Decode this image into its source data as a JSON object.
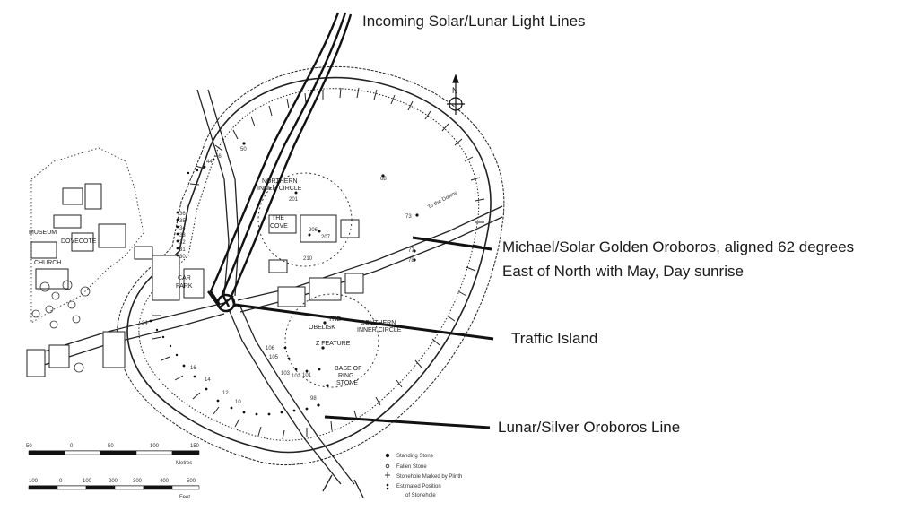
{
  "callouts": {
    "light_lines": "Incoming Solar/Lunar Light Lines",
    "michael_line1": "Michael/Solar Golden Oroboros, aligned 62 degrees",
    "michael_line2": "East of North with May, Day sunrise",
    "traffic_island": "Traffic Island",
    "lunar_line": "Lunar/Silver Oroboros Line"
  },
  "map_labels": {
    "northern_circle_1": "NORTHERN",
    "northern_circle_2": "INNER CIRCLE",
    "southern_circle_1": "SOUTHERN",
    "southern_circle_2": "INNER CIRCLE",
    "cove_1": "THE",
    "cove_2": "COVE",
    "obelisk_1": "THE",
    "obelisk_2": "OBELISK",
    "z_feature": "Z FEATURE",
    "ring_stone_1": "BASE OF",
    "ring_stone_2": "RING",
    "ring_stone_3": "STONE",
    "car_park_1": "CAR",
    "car_park_2": "PARK",
    "museum": "MUSEUM",
    "dovecote": "DOVECOTE",
    "church": "CHURCH",
    "to_downs": "To the Downs",
    "north": "N"
  },
  "stone_numbers": {
    "n50": "50",
    "n68": "68",
    "n73": "73",
    "n77": "77",
    "n78": "78",
    "n201": "201",
    "n206": "206",
    "n207": "207",
    "n210": "210",
    "n36": "36",
    "n35": "35",
    "n34": "34",
    "n33": "33",
    "n32": "32",
    "n31": "31",
    "n30": "30",
    "n44": "44",
    "n46": "46",
    "n24": "24",
    "n16": "16",
    "n14": "14",
    "n12": "12",
    "n10": "10",
    "n98": "98",
    "n101": "101",
    "n102": "102",
    "n103": "103",
    "n105": "105",
    "n106": "106"
  },
  "scale_metres": {
    "ticks": [
      "50",
      "0",
      "50",
      "100",
      "150"
    ],
    "unit": "Metres"
  },
  "scale_feet": {
    "ticks": [
      "100",
      "0",
      "100",
      "200",
      "300",
      "400",
      "500"
    ],
    "unit": "Feet"
  },
  "legend": {
    "items": [
      "Standing Stone",
      "Fallen Stone",
      "Stonehole Marked by Plinth",
      "Estimated Position",
      "of Stonehole"
    ]
  },
  "colors": {
    "ink": "#111111",
    "paper": "#ffffff"
  }
}
